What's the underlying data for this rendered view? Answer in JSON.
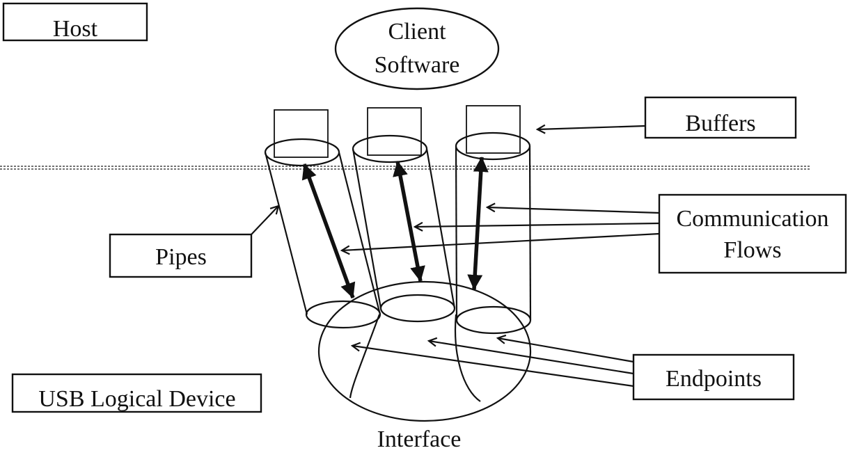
{
  "labels": {
    "host": "Host",
    "client_line1": "Client",
    "client_line2": "Software",
    "buffers": "Buffers",
    "communication_line1": "Communication",
    "communication_line2": "Flows",
    "pipes": "Pipes",
    "endpoints": "Endpoints",
    "usb_device": "USB Logical Device",
    "interface": "Interface"
  },
  "colors": {
    "ink": "#111111",
    "background": "#ffffff"
  }
}
